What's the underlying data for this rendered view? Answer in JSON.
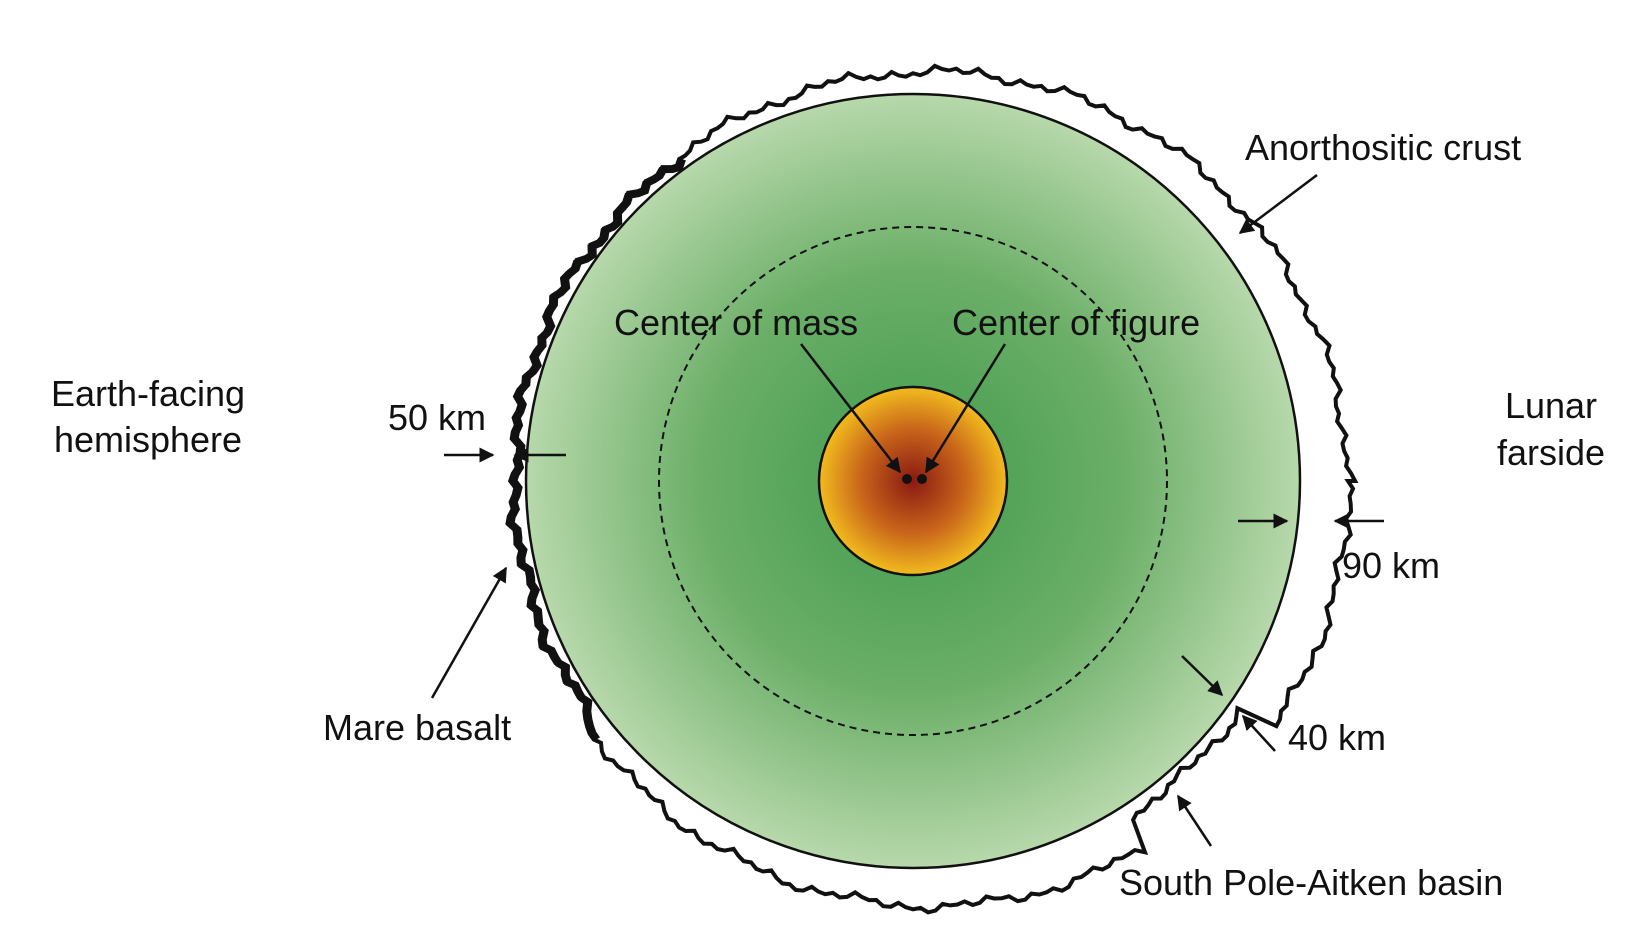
{
  "labels": {
    "anorthositic_crust": "Anorthositic crust",
    "center_of_mass": "Center of mass",
    "center_of_figure": "Center of figure",
    "earth_facing_line1": "Earth-facing",
    "earth_facing_line2": "hemisphere",
    "lunar_farside_line1": "Lunar",
    "lunar_farside_line2": "farside",
    "thickness_nearside": "50 km",
    "thickness_farside": "90 km",
    "thickness_spa": "40 km",
    "mare_basalt": "Mare basalt",
    "spa_basin": "South Pole-Aitken basin"
  },
  "colors": {
    "mantle_center": "#3f9a4c",
    "mantle_edge": "#b7d8ab",
    "core_center": "#8a1a12",
    "core_edge": "#f2bb1e",
    "line": "#111111"
  }
}
